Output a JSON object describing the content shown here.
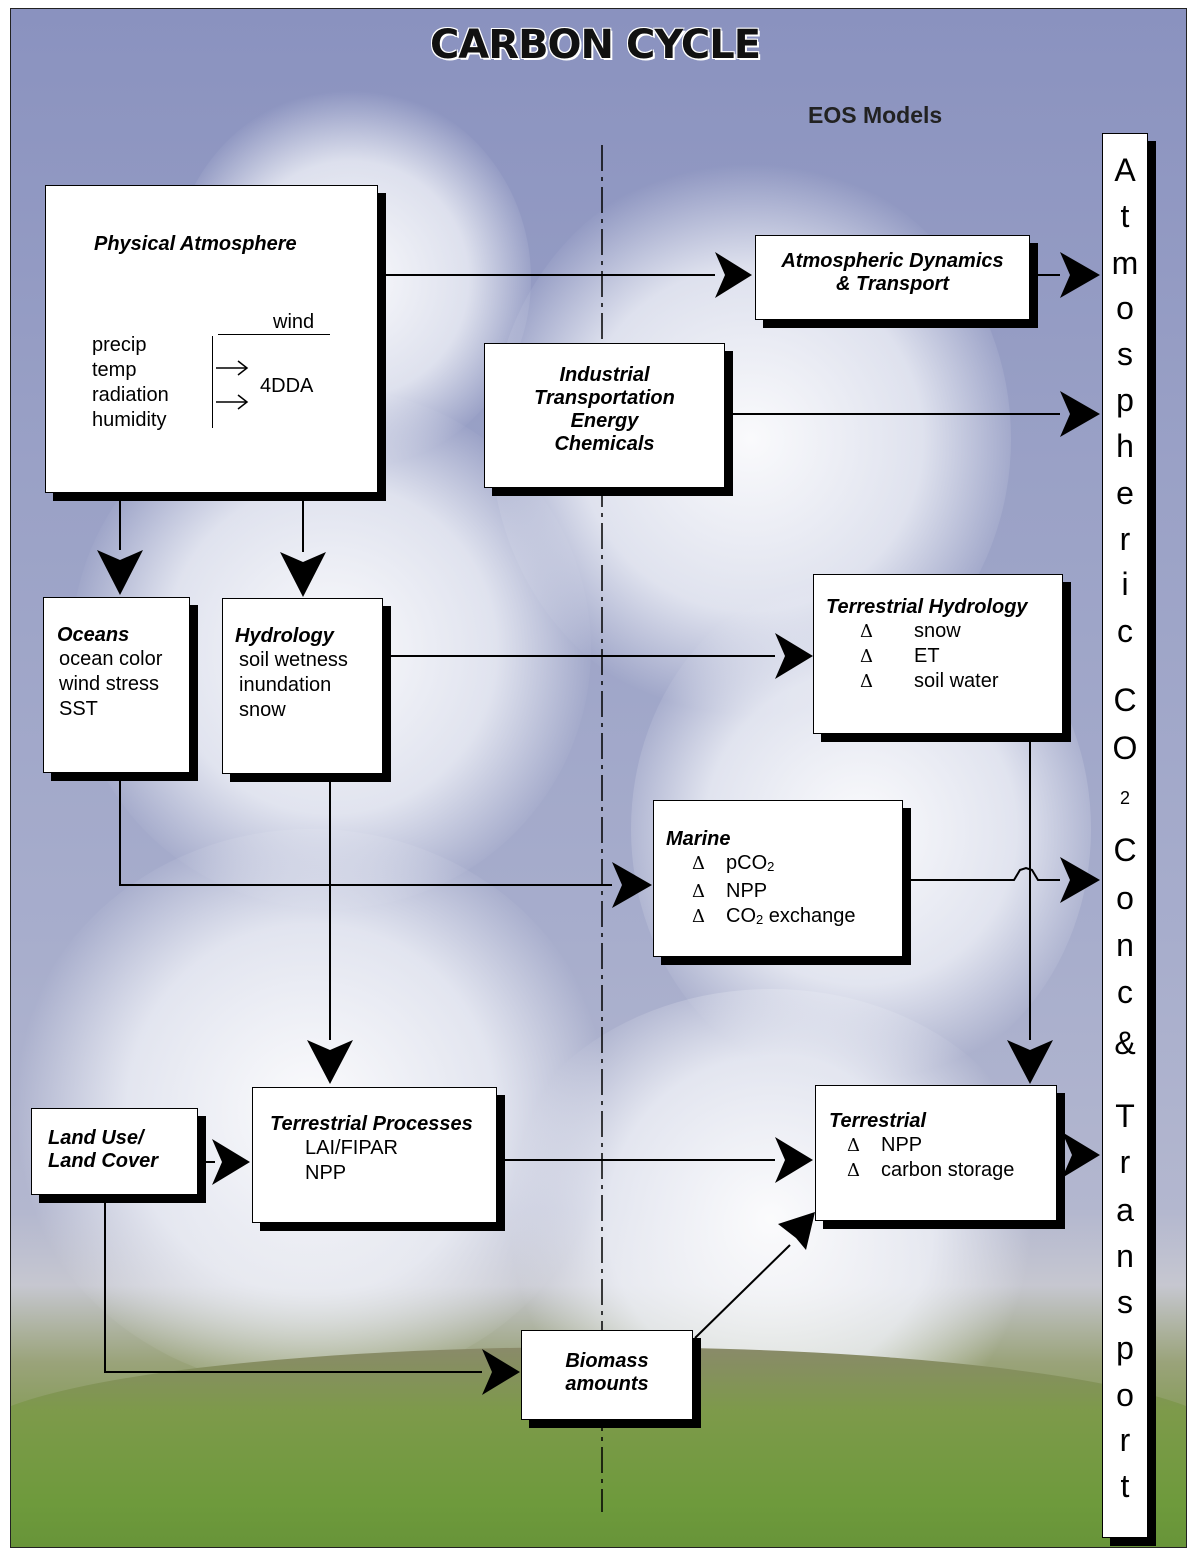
{
  "title": "CARBON CYCLE",
  "eos_label": "EOS Models",
  "physical_atmosphere": {
    "title": "Physical Atmosphere",
    "inputs": [
      "precip",
      "temp",
      "radiation",
      "humidity"
    ],
    "wind": "wind",
    "output": "4DDA"
  },
  "atmospheric_dynamics": {
    "line1": "Atmospheric Dynamics",
    "line2": "& Transport"
  },
  "industrial": {
    "lines": [
      "Industrial",
      "Transportation",
      "Energy",
      "Chemicals"
    ]
  },
  "oceans": {
    "title": "Oceans",
    "items": [
      "ocean color",
      "wind stress",
      "SST"
    ]
  },
  "hydrology": {
    "title": "Hydrology",
    "items": [
      "soil wetness",
      "inundation",
      "snow"
    ]
  },
  "terrestrial_hydrology": {
    "title": "Terrestrial Hydrology",
    "delta": "Δ",
    "items": [
      "snow",
      "ET",
      "soil water"
    ]
  },
  "marine": {
    "title": "Marine",
    "delta": "Δ",
    "item1": "pCO",
    "item1_sub": "2",
    "item2": "NPP",
    "item3_a": "CO",
    "item3_sub": "2",
    "item3_b": " exchange"
  },
  "land_use": {
    "line1": "Land Use/",
    "line2": "Land Cover"
  },
  "terrestrial_processes": {
    "title": "Terrestrial Processes",
    "items": [
      "LAI/FIPAR",
      "NPP"
    ]
  },
  "terrestrial": {
    "title": "Terrestrial",
    "delta": "Δ",
    "items": [
      "NPP",
      "carbon storage"
    ]
  },
  "biomass": {
    "line1": "Biomass",
    "line2": "amounts"
  },
  "vertical_label": [
    "A",
    "t",
    "m",
    "o",
    "s",
    "p",
    "h",
    "e",
    "r",
    "i",
    "c",
    "C",
    "O",
    "2",
    "C",
    "o",
    "n",
    "c",
    "&",
    "T",
    "r",
    "a",
    "n",
    "s",
    "p",
    "o",
    "r",
    "t"
  ]
}
